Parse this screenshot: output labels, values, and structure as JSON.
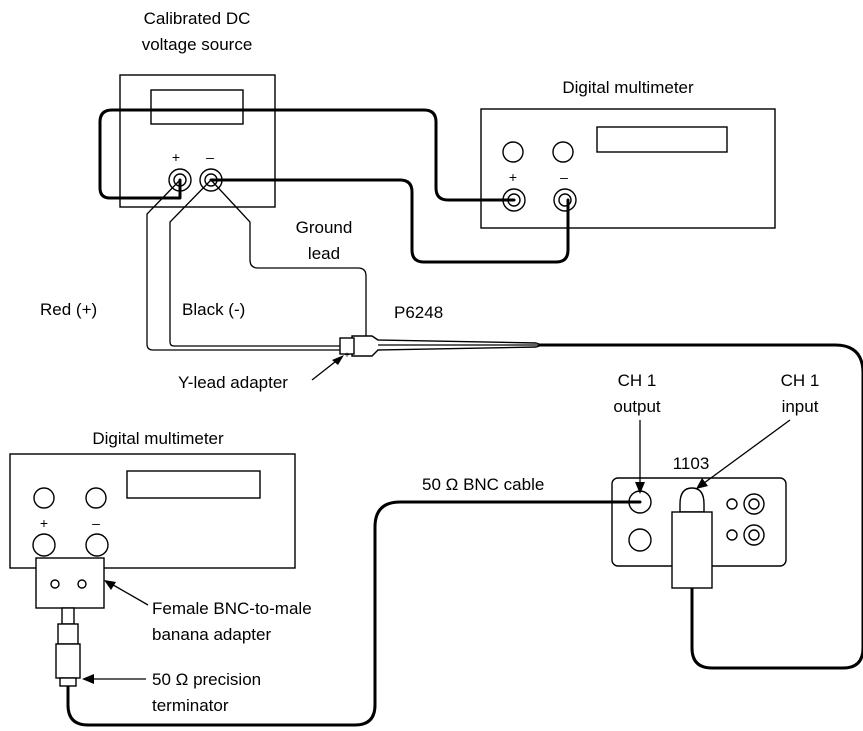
{
  "labels": {
    "source_line1": "Calibrated DC",
    "source_line2": "voltage source",
    "dmm_top": "Digital multimeter",
    "dmm_bottom": "Digital multimeter",
    "ground_line1": "Ground",
    "ground_line2": "lead",
    "red_lead": "Red (+)",
    "black_lead": "Black (-)",
    "probe": "P6248",
    "y_lead": "Y-lead adapter",
    "ch1_out_line1": "CH 1",
    "ch1_out_line2": "output",
    "ch1_in_line1": "CH 1",
    "ch1_in_line2": "input",
    "amp_model": "1103",
    "bnc_cable": "50 Ω BNC cable",
    "banana_line1": "Female BNC-to-male",
    "banana_line2": "banana adapter",
    "terminator_line1": "50 Ω precision",
    "terminator_line2": "terminator",
    "plus": "+",
    "minus": "–"
  }
}
